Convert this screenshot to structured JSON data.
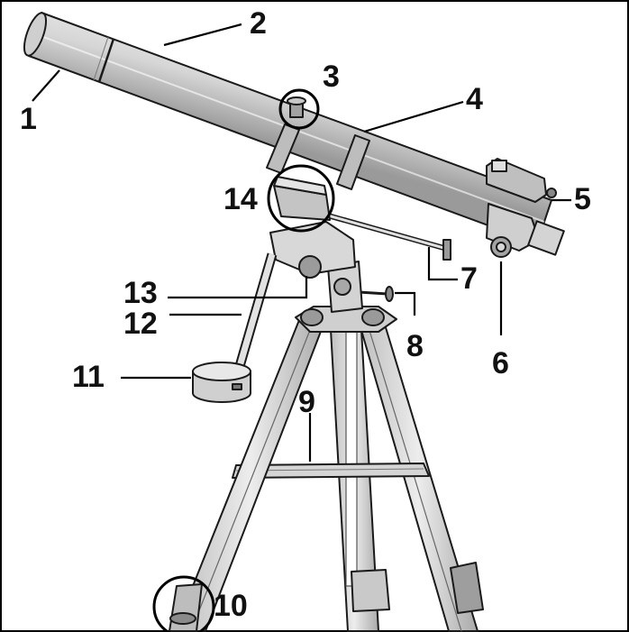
{
  "labels": {
    "n1": "1",
    "n2": "2",
    "n3": "3",
    "n4": "4",
    "n5": "5",
    "n6": "6",
    "n7": "7",
    "n8": "8",
    "n9": "9",
    "n10": "10",
    "n11": "11",
    "n12": "12",
    "n13": "13",
    "n14": "14"
  },
  "colors": {
    "part_fill": "#d9d9d9",
    "part_light": "#ececec",
    "part_dark": "#7d7d7d",
    "outline": "#1a1a1a",
    "leader": "#000000"
  }
}
